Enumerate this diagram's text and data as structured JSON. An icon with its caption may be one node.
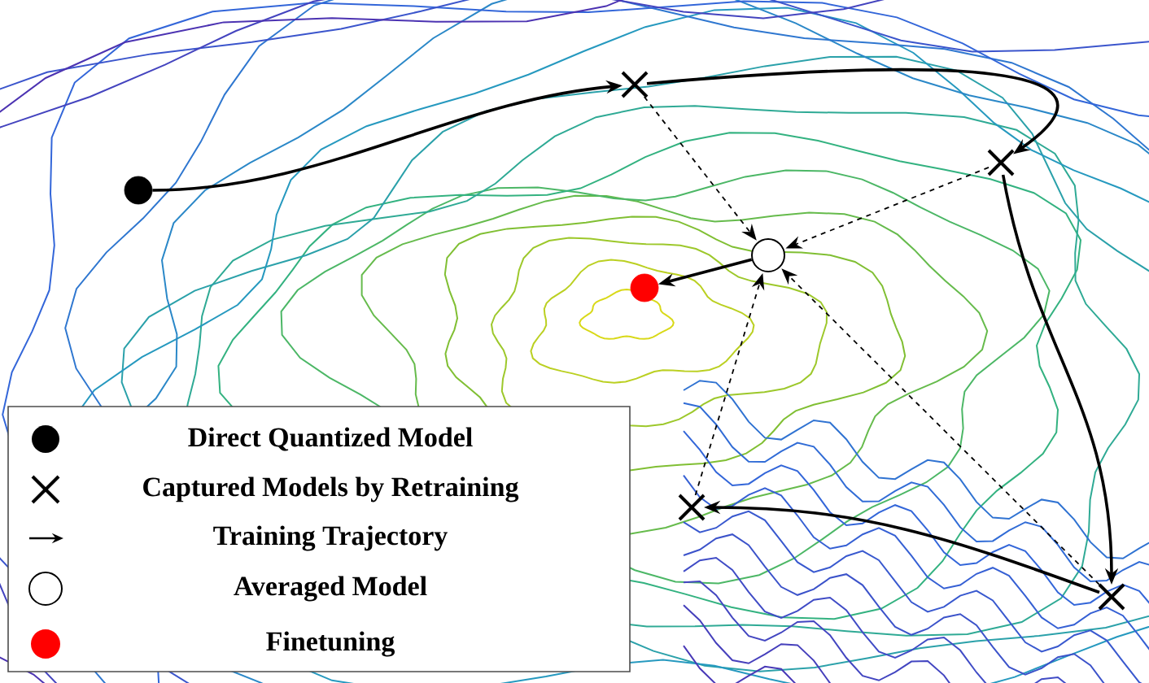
{
  "diagram": {
    "nodes": [
      {
        "text": [],
        "shape": "dot"
      },
      {
        "text": [],
        "shape": "cross"
      },
      {
        "text": [],
        "shape": "cross"
      },
      {
        "text": [],
        "shape": "cross"
      },
      {
        "text": [],
        "shape": "cross"
      },
      {
        "text": [],
        "shape": "circle"
      },
      {
        "text": [],
        "shape": "dot"
      }
    ],
    "edges": [
      {
        "from": 0,
        "to": 1,
        "arrow": "to"
      },
      {
        "from": 1,
        "to": 2,
        "arrow": "to"
      },
      {
        "from": 2,
        "to": 3,
        "arrow": "to"
      },
      {
        "from": 3,
        "to": 4,
        "arrow": "to"
      },
      {
        "from": 1,
        "to": 5,
        "arrow": "to",
        "style": "dashed"
      },
      {
        "from": 2,
        "to": 5,
        "arrow": "to",
        "style": "dashed"
      },
      {
        "from": 3,
        "to": 5,
        "arrow": "to",
        "style": "dashed"
      },
      {
        "from": 4,
        "to": 5,
        "arrow": "to",
        "style": "dashed"
      },
      {
        "from": 5,
        "to": 6,
        "arrow": "to"
      }
    ],
    "legend": [
      {
        "text": "Direct Quantized Model"
      },
      {
        "text": "Captured Models by Retraining"
      },
      {
        "text": "Training Trajectory"
      },
      {
        "text": "Averaged Model"
      },
      {
        "text": "Finetuning"
      }
    ]
  }
}
